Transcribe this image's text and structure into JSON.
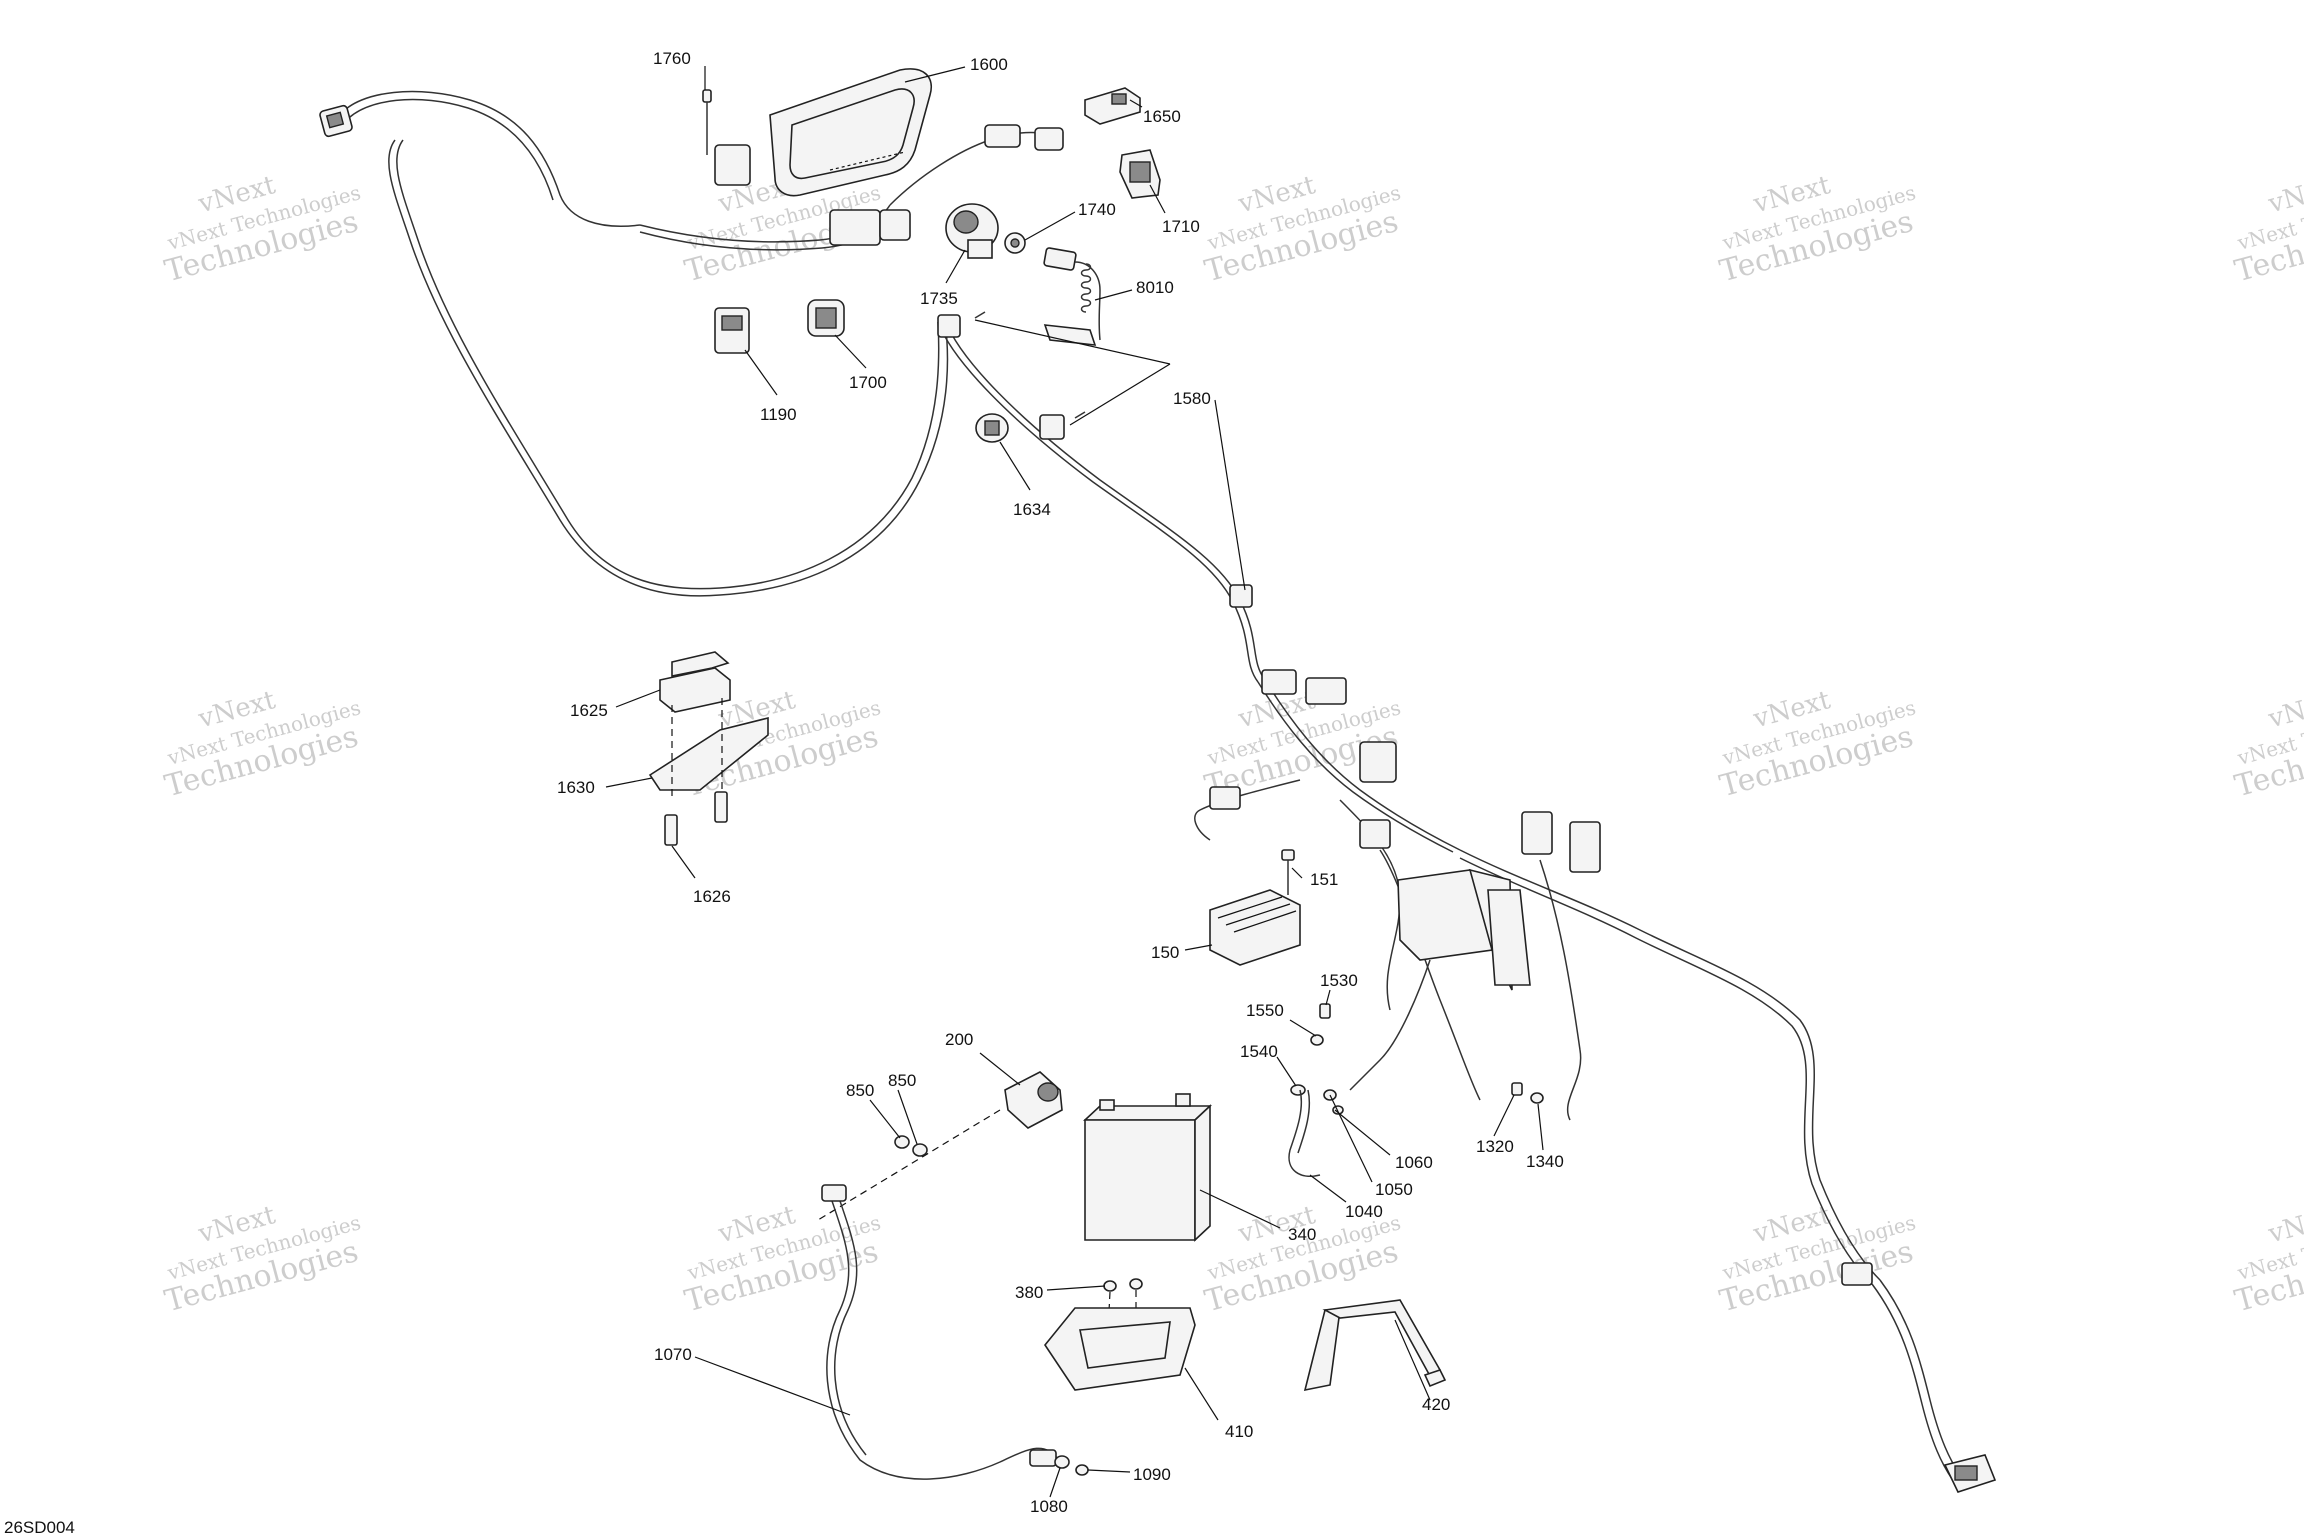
{
  "diagram": {
    "code": "26SD004",
    "watermark_line1": "vNext Technologies",
    "watermark_line2": "Technologies",
    "watermark_line3": "vNext",
    "callouts": {
      "c1760": "1760",
      "c1600": "1600",
      "c1650": "1650",
      "c1710": "1710",
      "c1740": "1740",
      "c1735": "1735",
      "c8010": "8010",
      "c1700": "1700",
      "c1190": "1190",
      "c1580": "1580",
      "c1634": "1634",
      "c1625": "1625",
      "c1630": "1630",
      "c1626": "1626",
      "c151": "151",
      "c150": "150",
      "c1530": "1530",
      "c1550": "1550",
      "c1540": "1540",
      "c200": "200",
      "c850a": "850",
      "c850b": "850",
      "c1060": "1060",
      "c1050": "1050",
      "c1040": "1040",
      "c1320": "1320",
      "c1340": "1340",
      "c340": "340",
      "c380": "380",
      "c1070": "1070",
      "c410": "410",
      "c420": "420",
      "c1090": "1090",
      "c1080": "1080"
    }
  }
}
